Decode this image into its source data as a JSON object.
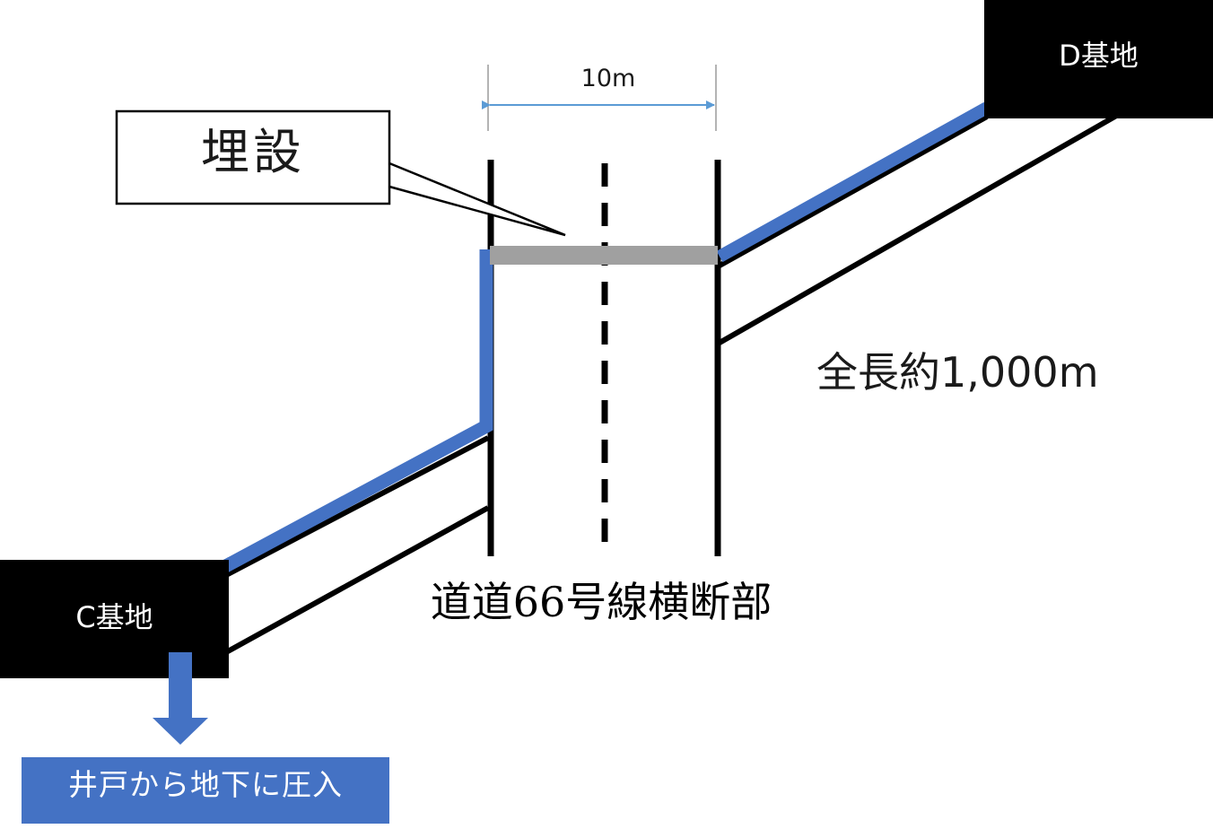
{
  "dimension": {
    "label": "10m"
  },
  "callout": {
    "text": "埋設"
  },
  "bases": {
    "d": {
      "label": "D基地"
    },
    "c": {
      "label": "C基地"
    }
  },
  "road": {
    "label": "道道66号線横断部"
  },
  "pipeline": {
    "total_length": "全長約1,000m"
  },
  "injection": {
    "label": "井戸から地下に圧入"
  },
  "colors": {
    "pipe_blue": "#4472c4",
    "buried_gray": "#a0a0a0",
    "base_black": "#000000",
    "dimension_blue": "#5b9bd5"
  }
}
